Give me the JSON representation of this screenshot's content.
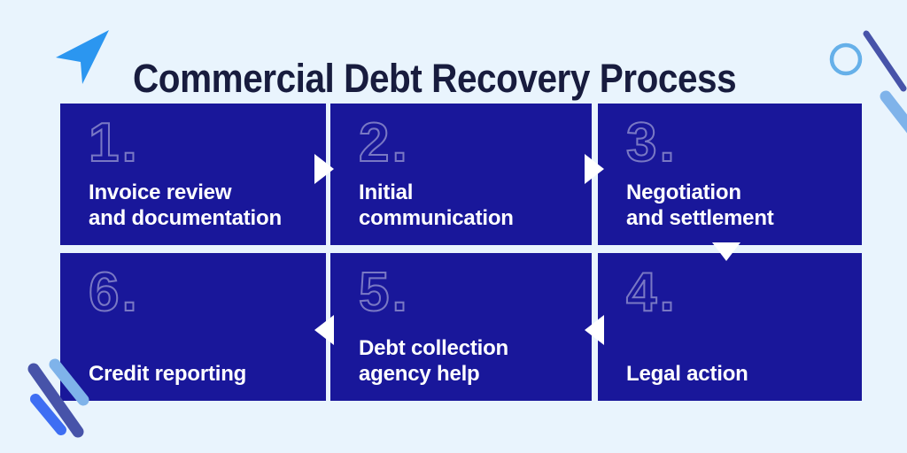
{
  "title": "Commercial Debt Recovery Process",
  "steps": [
    {
      "number": "1.",
      "label": "Invoice review\nand documentation"
    },
    {
      "number": "2.",
      "label": "Initial\ncommunication"
    },
    {
      "number": "3.",
      "label": "Negotiation\nand settlement"
    },
    {
      "number": "4.",
      "label": "Legal action"
    },
    {
      "number": "5.",
      "label": "Debt collection\nagency help"
    },
    {
      "number": "6.",
      "label": "Credit reporting"
    }
  ],
  "icons": {
    "plane": "paper-plane-icon",
    "flow_arrows": [
      "arrow-right-icon",
      "arrow-right-icon",
      "arrow-down-icon",
      "arrow-left-icon",
      "arrow-left-icon"
    ],
    "decorations": [
      "circle-outline-icon",
      "diagonal-line-icon",
      "diagonal-line-icon",
      "diagonal-line-icon",
      "diagonal-line-icon",
      "diagonal-line-icon"
    ]
  },
  "colors": {
    "background": "#e9f4fd",
    "box": "#19179a",
    "title": "#181c3e",
    "text": "#ffffff",
    "number_outline": "rgba(255,255,255,0.42)",
    "arrow": "#ffffff",
    "accent_blue": "#2b96f0",
    "circle_blue": "#66b0e9",
    "indigo_line": "#4753a9",
    "light_blue_line": "#7fb3ea",
    "bright_blue_line": "#3e6ef3"
  }
}
